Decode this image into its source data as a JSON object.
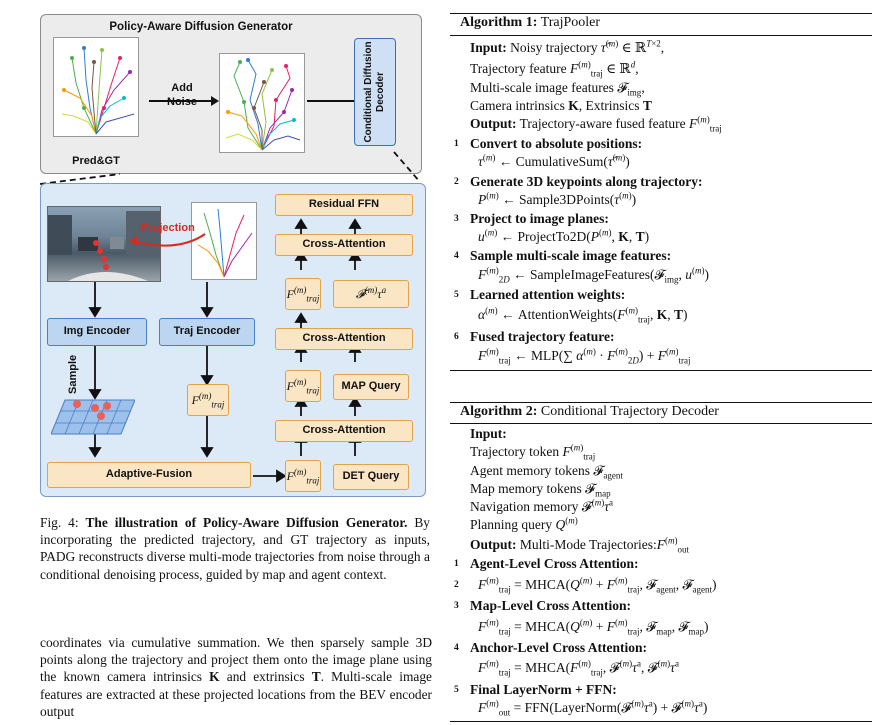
{
  "figure": {
    "generator_title": "Policy-Aware Diffusion Generator",
    "add_noise": "Add\nNoise",
    "pred_gt": "Pred&GT",
    "decoder_label": "Conditional Diffusion Decoder",
    "projection": "Projection",
    "img_encoder": "Img Encoder",
    "traj_encoder": "Traj Encoder",
    "sample": "Sample",
    "adaptive_fusion": "Adaptive-Fusion",
    "residual_ffn": "Residual FFN",
    "cross_attention": "Cross-Attention",
    "map_query": "MAP Query",
    "det_query": "DET Query",
    "f_traj": "F(m)traj",
    "f_tau": "F(m)τa"
  },
  "caption": {
    "label": "Fig. 4: ",
    "bold": "The illustration of Policy-Aware Diffusion Generator.",
    "rest": " By incorporating the predicted trajectory, and GT trajectory as inputs, PADG reconstructs diverse multi-mode trajectories from noise through a conditional denoising process, guided by map and agent context."
  },
  "body": {
    "p1": "coordinates via cumulative summation. We then sparsely sample 3D points along the trajectory and project them onto the image plane using the known camera intrinsics ",
    "k": "K",
    "and": " and extrinsics ",
    "t": "T",
    "p1b": ". Multi-scale image features are extracted at these projected locations from the BEV encoder output"
  },
  "algo1": {
    "title_bold": "Algorithm 1:",
    "title": " TrajPooler",
    "input_label": "Input:",
    "input_lines": [
      "Noisy trajectory",
      "Trajectory feature",
      "Multi-scale image features",
      "Camera intrinsics",
      "Extrinsics"
    ],
    "output_label": "Output:",
    "output_text": "Trajectory-aware fused feature",
    "steps": [
      {
        "num": "1",
        "title": "Convert to absolute positions:",
        "fn": "CumulativeSum"
      },
      {
        "num": "2",
        "title": "Generate 3D keypoints along trajectory:",
        "fn": "Sample3DPoints"
      },
      {
        "num": "3",
        "title": "Project to image planes:",
        "fn": "ProjectTo2D"
      },
      {
        "num": "4",
        "title": "Sample multi-scale image features:",
        "fn": "SampleImageFeatures"
      },
      {
        "num": "5",
        "title": "Learned attention weights:",
        "fn": "AttentionWeights"
      },
      {
        "num": "6",
        "title": "Fused trajectory feature:",
        "fn": "MLP"
      }
    ]
  },
  "algo2": {
    "title_bold": "Algorithm 2:",
    "title": " Conditional Trajectory Decoder",
    "input_label": "Input:",
    "inputs": [
      "Trajectory token",
      "Agent memory tokens",
      "Map memory tokens",
      "Navigation memory",
      "Planning query"
    ],
    "output_label": "Output:",
    "output_text": "Multi-Mode Trajectories:",
    "steps": [
      {
        "num": "1",
        "title": "Agent-Level Cross Attention:",
        "fn": "MHCA"
      },
      {
        "num": "2",
        "title": "",
        "fn": "MHCA"
      },
      {
        "num": "3",
        "title": "Map-Level Cross Attention:",
        "fn": "MHCA"
      },
      {
        "num": "4",
        "title": "Anchor-Level Cross Attention:",
        "fn": "MHCA"
      },
      {
        "num": "5",
        "title": "Final LayerNorm + FFN:",
        "fn": "FFN"
      }
    ]
  }
}
